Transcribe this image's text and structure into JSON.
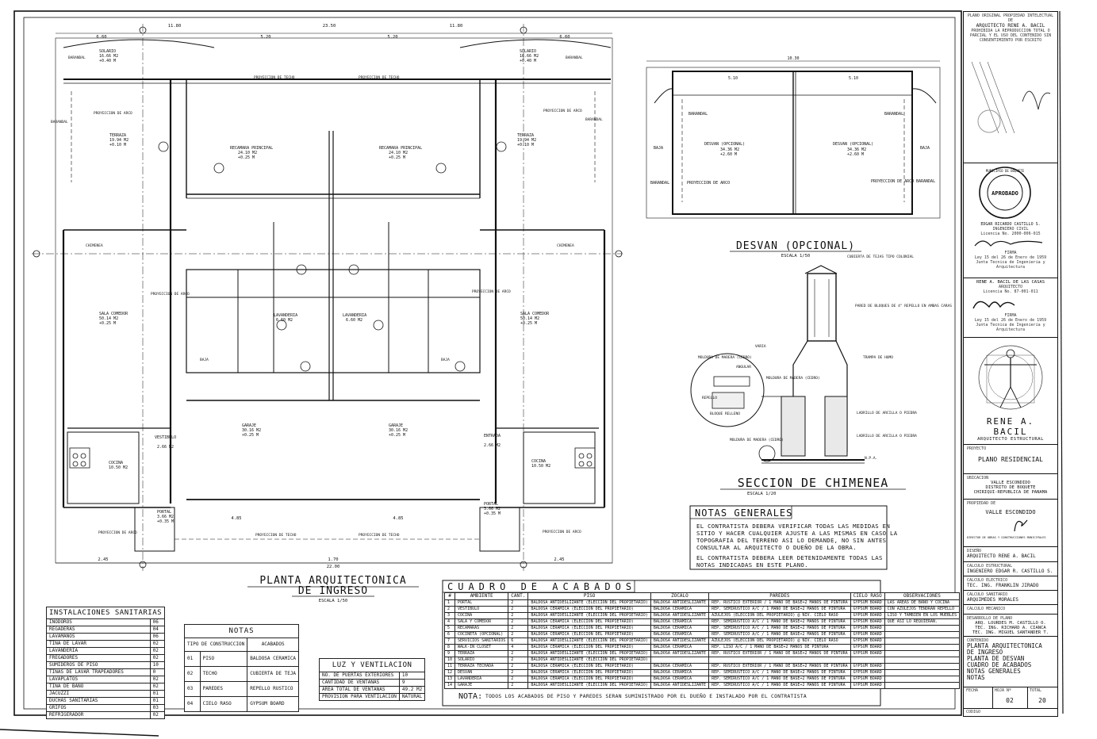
{
  "plan": {
    "title_line1": "PLANTA ARQUITECTONICA",
    "title_line2": "DE INGRESO",
    "scale": "ESCALA 1/50",
    "dims": {
      "overall": "23.50",
      "top_left": "6.60",
      "top_mid_left": "11.80",
      "top_mid": "5.20",
      "top_mid_right": "5.20",
      "top_right_a": "11.80",
      "top_right_b": "6.60",
      "bottom_overall": "22.00",
      "bottom_left": "2.45",
      "bottom_right": "2.45",
      "bottom_center": "1.70",
      "mid_left": "4.85",
      "mid_right": "4.85"
    },
    "rooms": [
      {
        "name": "SOLARIO",
        "area": "16.66 M2",
        "lvl": "+0.40 M"
      },
      {
        "name": "SOLARIO",
        "area": "16.66 M2",
        "lvl": "+0.40 M"
      },
      {
        "name": "TERRAZA",
        "area": "19.94 M2",
        "lvl": "+0.10 M"
      },
      {
        "name": "TERRAZA",
        "area": "19.94 M2",
        "lvl": "+0.10 M"
      },
      {
        "name": "RECAMARA PRINCIPAL",
        "area": "24.10 M2",
        "lvl": "+0.25 M"
      },
      {
        "name": "RECAMARA PRINCIPAL",
        "area": "24.10 M2",
        "lvl": "+0.25 M"
      },
      {
        "name": "SALA COMEDOR",
        "area": "50.14 M2",
        "lvl": "+0.25 M"
      },
      {
        "name": "SALA COMEDOR",
        "area": "50.14 M2",
        "lvl": "+0.25 M"
      },
      {
        "name": "GARAJE",
        "area": "30.16 M2",
        "lvl": "+0.25 M"
      },
      {
        "name": "GARAJE",
        "area": "30.16 M2",
        "lvl": "+0.25 M"
      },
      {
        "name": "COCINA",
        "area": "10.50 M2",
        "lvl": ""
      },
      {
        "name": "COCINA",
        "area": "10.50 M2",
        "lvl": ""
      },
      {
        "name": "LAVANDERIA",
        "area": "6.60 M2",
        "lvl": ""
      },
      {
        "name": "LAVANDERIA",
        "area": "6.60 M2",
        "lvl": ""
      },
      {
        "name": "PORTAL",
        "area": "3.66 M2",
        "lvl": "+0.35 M"
      },
      {
        "name": "PORTAL",
        "area": "3.66 M2",
        "lvl": "+0.35 M"
      },
      {
        "name": "VESTIBULO",
        "area": "2.66 M2",
        "lvl": ""
      },
      {
        "name": "ENTRADA",
        "area": "2.66 M2",
        "lvl": ""
      }
    ],
    "labels": [
      "BARANDAL",
      "PROYECCION DE TECHO",
      "PROYECCION DE ARCO",
      "CHIMENEA",
      "BAJA",
      "PROYECCION DE TECHO"
    ]
  },
  "desvan": {
    "title": "DESVAN (OPCIONAL)",
    "scale": "ESCALA 1/50",
    "dim_total": "10.30",
    "dim_left": "5.10",
    "dim_right": "5.10",
    "room_left": {
      "name": "DESVAN (OPCIONAL)",
      "area": "34.36 M2",
      "lvl": "+2.60 M"
    },
    "room_right": {
      "name": "DESVAN (OPCIONAL)",
      "area": "34.36 M2",
      "lvl": "+2.60 M"
    },
    "labels": [
      "BARANDAL",
      "BARANDAL",
      "PROYECCION DE ARCO",
      "PROYECCION DE ARCO",
      "BAJA",
      "BAJA"
    ]
  },
  "chimenea": {
    "title": "SECCION DE CHIMENEA",
    "scale": "ESCALA 1/20",
    "labels": [
      "CUBIERTA DE TEJAS TIPO COLONIAL",
      "PARED DE BLOQUES DE 4\" REPELLO EN AMBAS CARAS",
      "TRAMPA DE HUMO",
      "LADRILLO DE ARCILLA O PIEDRA",
      "LADRILLO DE ARCILLA O PIEDRA",
      "N.P.A.",
      "VARIA",
      "MOLDURA DE MADERA (CEDRO)",
      "ANGULAR",
      "MOLDURA DE MADERA (CEDRO)",
      "REPELLO",
      "BLOQUE RELLENO",
      "MOLDURA DE MADERA (CEDRO)"
    ]
  },
  "notas_generales": {
    "title": "NOTAS GENERALES",
    "lines": [
      "EL CONTRATISTA DEBERA VERIFICAR TODAS LAS MEDIDAS EN",
      "SITIO Y HACER CUALQUIER AJUSTE A LAS MISMAS EN CASO LA",
      "TOPOGRAFIA DEL TERRENO ASI LO DEMANDE, NO SIN ANTES",
      "CONSULTAR AL ARQUITECTO  O DUEÑO DE LA OBRA.",
      "EL CONTRATISTA DEBERA LEER DETENIDAMENTE TODAS LAS",
      "NOTAS INDICADAS EN ESTE PLANO."
    ]
  },
  "instalaciones": {
    "title": "INSTALACIONES SANITARIAS",
    "rows": [
      [
        "INODOROS",
        "06"
      ],
      [
        "REGADERAS",
        "04"
      ],
      [
        "LAVAMANOS",
        "06"
      ],
      [
        "TINA DE LAVAR",
        "02"
      ],
      [
        "LAVANDERIA",
        "02"
      ],
      [
        "FREGADORES",
        "02"
      ],
      [
        "SUMIDEROS DE PISO",
        "10"
      ],
      [
        "TINAS DE LAVAR TRAPEADORES",
        "0"
      ],
      [
        "LAVAPLATOS",
        "02"
      ],
      [
        "TINA DE BAÑO",
        "02"
      ],
      [
        "JACUZZI",
        "01"
      ],
      [
        "DUCHAS SANITARIAS",
        "01"
      ],
      [
        "GRIFOS",
        "03"
      ],
      [
        "REFRIGERADOR",
        "02"
      ]
    ]
  },
  "notas": {
    "title": "NOTAS",
    "headers": [
      "TIPO DE CONSTRUCCION",
      "ACABADOS"
    ],
    "rows": [
      [
        "01",
        "PISO",
        "BALDOSA CERAMICA"
      ],
      [
        "02",
        "TECHO",
        "CUBIERTA DE TEJA"
      ],
      [
        "03",
        "PAREDES",
        "REPELLO RUSTICO"
      ],
      [
        "04",
        "CIELO RASO",
        "GYPSUM BOARD"
      ]
    ]
  },
  "luz": {
    "title": "LUZ Y VENTILACION",
    "rows": [
      [
        "NO. DE PUERTAS EXTERIORES",
        "10"
      ],
      [
        "CANTIDAD DE VENTANAS",
        "9"
      ],
      [
        "AREA TOTAL DE VENTANAS",
        "49.2 M2"
      ],
      [
        "PROVISION PARA VENTILACION",
        "NATURAL"
      ]
    ]
  },
  "cuadro": {
    "title": "CUADRO DE ACABADOS",
    "headers": [
      "#",
      "AMBIENTE",
      "CANT.",
      "PISO",
      "ZOCALO",
      "PAREDES",
      "CIELO RASO",
      "OBSERVACIONES"
    ],
    "rows": [
      [
        "1",
        "PORTAL",
        "2",
        "BALDOSA ANTIDESLIZANTE (ELECCION DEL PROPIETARIO)",
        "BALDOSA ANTIDESLIZANTE",
        "REP. RUSTICO EXTERIOR / 1 MANO DE BASE+2 MANOS DE PINTURA",
        "GYPSUM BOARD",
        "LAS AREAS DE BAÑO Y COCINA"
      ],
      [
        "2",
        "VESTIBULO",
        "2",
        "BALDOSA CERAMICA (ELECCION DEL PROPIETARIO)",
        "BALDOSA CERAMICA",
        "REP. SEMIRUSTICO A/C / 1 MANO DE BASE+2 MANOS DE PINTURA",
        "GYPSUM BOARD",
        "CON AZULEJOS TENDRAN REPELLO"
      ],
      [
        "3",
        "COCINA",
        "2",
        "BALDOSA ANTIDESLIZANTE (ELECCION DEL PROPIETARIO)",
        "BALDOSA ANTIDESLIZANTE",
        "AZULEJOS (ELECCION DEL PROPIETARIO) @ NIV. CIELO RASO",
        "GYPSUM BOARD",
        "LISO Y TAMBIEN EN LOS MUEBLES"
      ],
      [
        "4",
        "SALA Y COMEDOR",
        "2",
        "BALDOSA CERAMICA (ELECCION DEL PROPIETARIO)",
        "BALDOSA CERAMICA",
        "REP. SEMIRUSTICO A/C / 1 MANO DE BASE+2 MANOS DE PINTURA",
        "GYPSUM BOARD",
        "QUE ASI LO REQUIERAN."
      ],
      [
        "5",
        "RECAMARAS",
        "2",
        "BALDOSA CERAMICA (ELECCION DEL PROPIETARIO)",
        "BALDOSA CERAMICA",
        "REP. SEMIRUSTICO A/C / 1 MANO DE BASE+2 MANOS DE PINTURA",
        "GYPSUM BOARD",
        ""
      ],
      [
        "6",
        "COCINETA (OPCIONAL)",
        "2",
        "BALDOSA CERAMICA (ELECCION DEL PROPIETARIO)",
        "BALDOSA CERAMICA",
        "REP. SEMIRUSTICO A/C / 1 MANO DE BASE+2 MANOS DE PINTURA",
        "GYPSUM BOARD",
        ""
      ],
      [
        "7",
        "SERVICIOS SANITARIOS",
        "6",
        "BALDOSA ANTIDESLIZANTE (ELECCION DEL PROPIETARIO)",
        "BALDOSA ANTIDESLIZANTE",
        "AZULEJOS (ELECCION DEL PROPIETARIO) @ NIV. CIELO RASO",
        "GYPSUM BOARD",
        ""
      ],
      [
        "8",
        "WALK-IN CLOSET",
        "4",
        "BALDOSA CERAMICA (ELECCION DEL PROPIETARIO)",
        "BALDOSA CERAMICA",
        "REP. LISO A/C / 1 MANO DE BASE+2 MANOS DE PINTURA",
        "GYPSUM BOARD",
        ""
      ],
      [
        "9",
        "TERRAZA",
        "2",
        "BALDOSA ANTIDESLIZANTE (ELECCION DEL PROPIETARIO)",
        "BALDOSA ANTIDESLIZANTE",
        "REP. RUSTICO EXTERIOR / 1 MANO DE BASE+2 MANOS DE PINTURA",
        "GYPSUM BOARD",
        ""
      ],
      [
        "10",
        "SOLARIO",
        "2",
        "BALDOSA ANTIDESLIZANTE (ELECCION DEL PROPIETARIO)",
        "",
        "",
        "",
        ""
      ],
      [
        "11",
        "TERRAZA TECHADA",
        "2",
        "BALDOSA CERAMICA (ELECCION DEL PROPIETARIO)",
        "BALDOSA CERAMICA",
        "REP. RUSTICO EXTERIOR / 1 MANO DE BASE+2 MANOS DE PINTURA",
        "GYPSUM BOARD",
        ""
      ],
      [
        "12",
        "DESVAN",
        "2",
        "BALDOSA CERAMICA (ELECCION DEL PROPIETARIO)",
        "BALDOSA CERAMICA",
        "REP. SEMIRUSTICO A/C / 1 MANO DE BASE+2 MANOS DE PINTURA",
        "GYPSUM BOARD",
        ""
      ],
      [
        "13",
        "LAVANDERIA",
        "2",
        "BALDOSA CERAMICA (ELECCION DEL PROPIETARIO)",
        "BALDOSA CERAMICA",
        "REP. SEMIRUSTICO A/C / 1 MANO DE BASE+2 MANOS DE PINTURA",
        "GYPSUM BOARD",
        ""
      ],
      [
        "14",
        "GARAJE",
        "2",
        "BALDOSA ANTIDESLIZANTE (ELECCION DEL PROPIETARIO)",
        "BALDOSA ANTIDESLIZANTE",
        "REP. SEMIRUSTICO A/C / 1 MANO DE BASE+2 MANOS DE PINTURA",
        "GYPSUM BOARD",
        ""
      ]
    ],
    "nota_label": "NOTA:",
    "nota_text": "TODOS LOS ACABADOS DE PISO Y PAREDES SERAN SUMINISTRADO POR EL DUEÑO E INSTALADO POR EL CONTRATISTA"
  },
  "titleblock": {
    "original_line1": "PLANO ORIGINAL PROPIEDAD INTELECTUAL DE",
    "original_line2": "ARQUITECTO RENE A. BACIL",
    "original_line3": "PROHIBIDA LA REPRODUCCION TOTAL O PARCIAL Y EL USO DEL CONTENIDO SIN CONSENTIMIENTO POR ESCRITO",
    "stamp_text": "APROBADO",
    "stamp_ring": "MUNICIPIO DE BOQUETE",
    "engineer_name": "EDGAR RICARDO CASTILLO S.",
    "engineer_title": "INGENIERO CIVIL",
    "engineer_lic": "Licencia No. 2000-006-015",
    "firma": "FIRMA",
    "law1": "Ley 15 del 26 de Enero de 1959",
    "law1b": "Junta Tecnica de Ingenieria y Arquitectura",
    "arq_name": "RENE A. BACIL DE LAS CASAS",
    "arq_title": "ARQUITECTO",
    "arq_lic": "Licencia No. 87-001-011",
    "firma2": "FIRMA",
    "law2": "Ley 15 del 26 de Enero de 1959",
    "law2b": "Junta Tecnica de Ingenieria y Arquitectura",
    "logo_name": "RENE A. BACIL",
    "logo_sub": "ARQUITECTO ESTRUCTURAL",
    "proyecto_label": "PROYECTO",
    "proyecto": "PLANO RESIDENCIAL",
    "ubicacion_label": "UBICACION",
    "ubicacion1": "VALLE ESCONDIDO",
    "ubicacion2": "DISTRITO DE BOQUETE",
    "ubicacion3": "CHIRIQUI-REPUBLICA DE PANAMA",
    "propiedad_label": "PROPIEDAD DE",
    "propiedad": "VALLE ESCONDIDO",
    "director_label": "DIRECTOR DE OBRAS Y CONSTRUCCIONES MUNICIPALES",
    "diseno_label": "DISEÑO",
    "diseno": "ARQUITECTO RENE A. BACIL",
    "calculo_label": "CALCULO ESTRUCTURAL",
    "calculo": "INGENIERO EDGAR R. CASTILLO S.",
    "electrico_label": "CALCULO ELECTRICO",
    "electrico": "TEC. ING. FRANKLIN JIRADO",
    "sanitario_label": "CALCULO SANITARIO",
    "sanitario": "ARQUIMEDES MORALES",
    "mecanico_label": "CALCULO MECANICO",
    "desarrollo_label": "DESARROLLO DE PLANO",
    "desarrollo1": "ARQ. LOURDES M. CASTILLO O.",
    "desarrollo2": "TEC. ING. RICHARD A. CIANCA",
    "desarrollo3": "TEC. ING. MIGUEL SANTANDER T.",
    "contenido_label": "CONTENIDO",
    "contenido1": "PLANTA ARQUITECTONICA",
    "contenido2": "DE INGRESO",
    "contenido3": "PLANTA DE DESVAN",
    "contenido4": "CUADRO DE ACABADOS",
    "contenido5": "NOTAS GENERALES",
    "contenido6": "NOTAS",
    "fecha_label": "FECHA",
    "hoja_label": "HOJA Nº",
    "hoja": "02",
    "total_label": "TOTAL",
    "total": "20",
    "codigo_label": "CODIGO"
  }
}
